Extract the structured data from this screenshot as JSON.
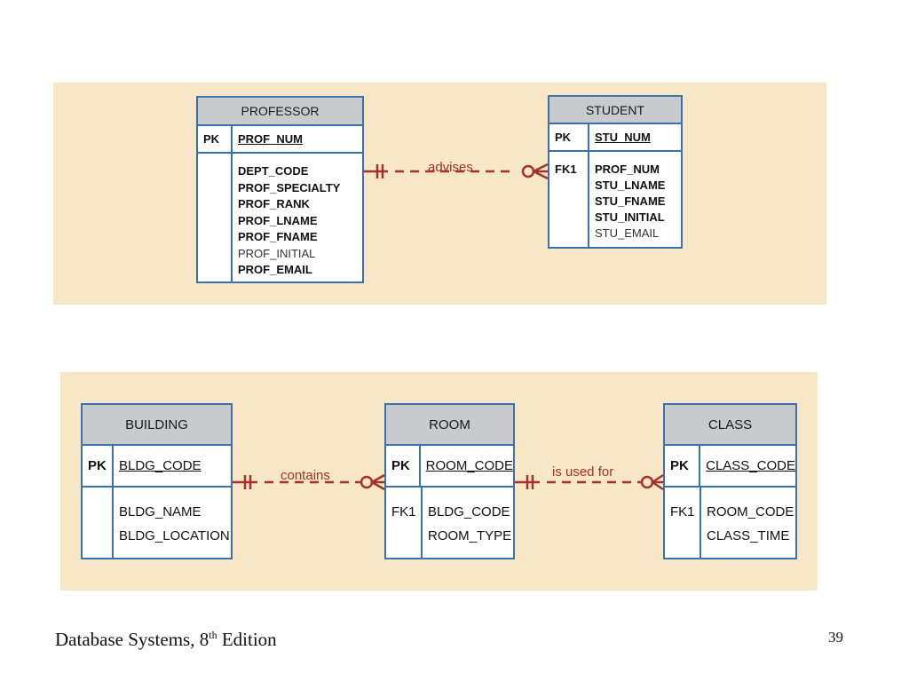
{
  "top": {
    "professor": {
      "title": "PROFESSOR",
      "pk_label": "PK",
      "pk_attr": "PROF_NUM",
      "attributes": [
        {
          "name": "DEPT_CODE",
          "bold": true
        },
        {
          "name": "PROF_SPECIALTY",
          "bold": true
        },
        {
          "name": "PROF_RANK",
          "bold": true
        },
        {
          "name": "PROF_LNAME",
          "bold": true
        },
        {
          "name": "PROF_FNAME",
          "bold": true
        },
        {
          "name": "PROF_INITIAL",
          "bold": false
        },
        {
          "name": "PROF_EMAIL",
          "bold": true
        }
      ]
    },
    "student": {
      "title": "STUDENT",
      "pk_label": "PK",
      "pk_attr": "STU_NUM",
      "fk_label": "FK1",
      "attributes": [
        {
          "name": "PROF_NUM",
          "bold": true
        },
        {
          "name": "STU_LNAME",
          "bold": true
        },
        {
          "name": "STU_FNAME",
          "bold": true
        },
        {
          "name": "STU_INITIAL",
          "bold": true
        },
        {
          "name": "STU_EMAIL",
          "bold": false
        }
      ]
    },
    "relationship": "advises"
  },
  "bottom": {
    "building": {
      "title": "BUILDING",
      "pk_label": "PK",
      "pk_attr": "BLDG_CODE",
      "attributes": [
        {
          "name": "BLDG_NAME",
          "bold": false
        },
        {
          "name": "BLDG_LOCATION",
          "bold": false
        }
      ]
    },
    "room": {
      "title": "ROOM",
      "pk_label": "PK",
      "pk_attr": "ROOM_CODE",
      "fk_label": "FK1",
      "attributes": [
        {
          "name": "BLDG_CODE",
          "bold": false
        },
        {
          "name": "ROOM_TYPE",
          "bold": false
        }
      ]
    },
    "class": {
      "title": "CLASS",
      "pk_label": "PK",
      "pk_attr": "CLASS_CODE",
      "fk_label": "FK1",
      "attributes": [
        {
          "name": "ROOM_CODE",
          "bold": false
        },
        {
          "name": "CLASS_TIME",
          "bold": false
        }
      ]
    },
    "relationship_1": "contains",
    "relationship_2": "is used for"
  },
  "footer": {
    "book_prefix": "Database Systems, 8",
    "book_sup": "th",
    "book_suffix": " Edition",
    "page_number": "39"
  },
  "colors": {
    "panel": "#f8e7c6",
    "entity_border": "#3a6fb0",
    "header_fill": "#c8cacc",
    "relationship": "#a2322a"
  }
}
